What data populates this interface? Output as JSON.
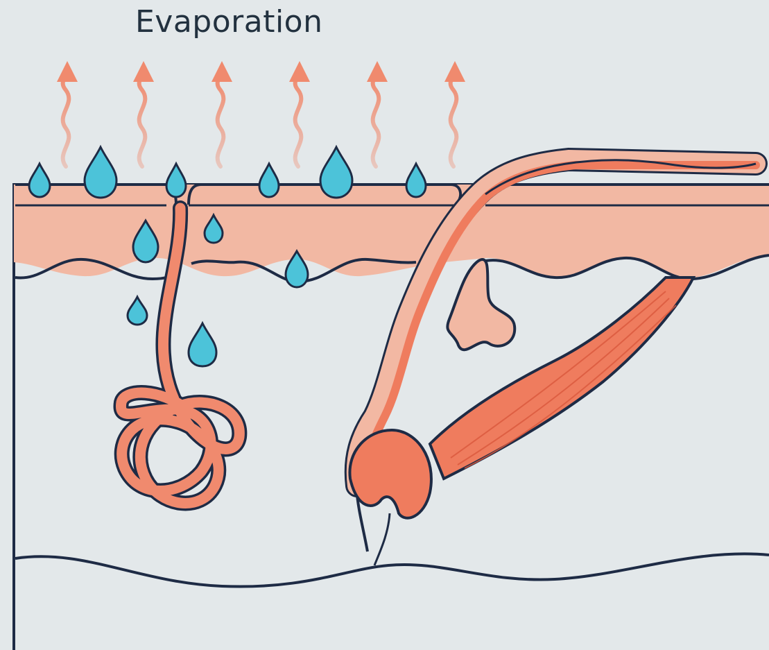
{
  "diagram": {
    "title": "Evaporation",
    "colors": {
      "background": "#e3e8ea",
      "skin": "#f2b8a3",
      "tissue": "#ef7c5e",
      "tube": "#f08a6e",
      "outline": "#1e2b45",
      "water": "#4cc3d9",
      "vapor": "#f08a6e"
    },
    "icons": [
      "vapor-arrow",
      "sweat-droplet",
      "hair-strand"
    ]
  }
}
